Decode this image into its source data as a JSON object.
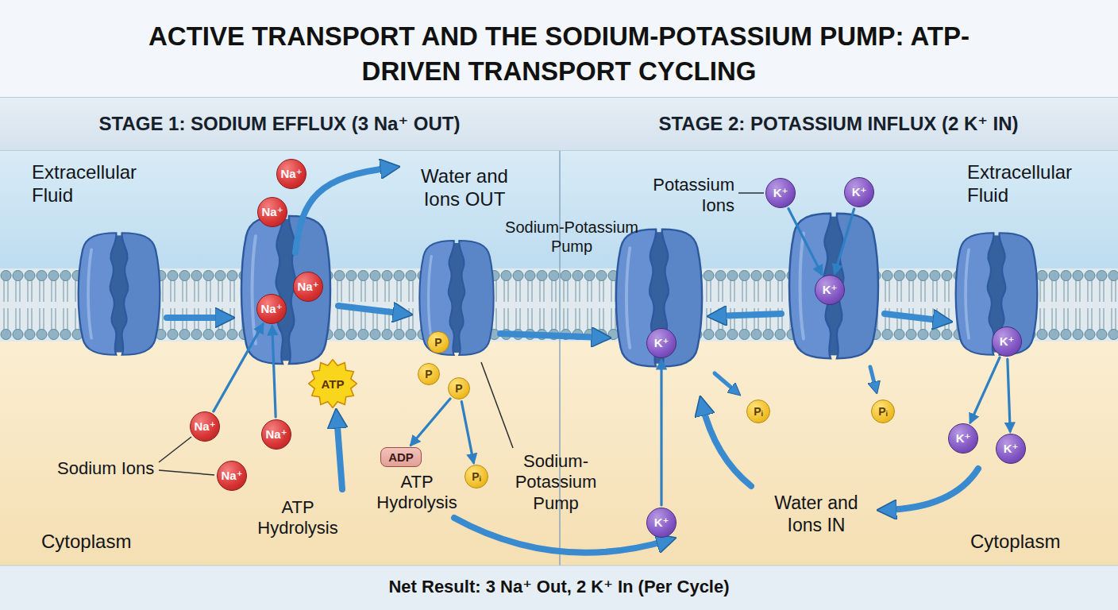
{
  "diagram": {
    "title": "ACTIVE TRANSPORT AND THE SODIUM-POTASSIUM PUMP: ATP-DRIVEN TRANSPORT CYCLING",
    "caption": "Net Result: 3 Na⁺ Out, 2 K⁺ In (Per Cycle)",
    "nodes": [
      {
        "text": [
          "STAGE 1: SODIUM EFFLUX (3 Na⁺ OUT)",
          "STAGE 2: POTASSIUM INFLUX (2 K⁺ IN)"
        ]
      },
      {
        "text": [
          "Na⁺"
        ]
      },
      {
        "text": [
          "K⁺"
        ]
      },
      {
        "text": [
          "K⁺"
        ]
      },
      {
        "text": [
          "Na⁺"
        ]
      },
      {
        "text": [
          "Na⁺"
        ]
      },
      {
        "text": [
          "K⁺"
        ]
      },
      {
        "text": [
          "Na⁺"
        ]
      },
      {
        "text": [
          "P"
        ]
      },
      {
        "text": [
          "K⁺"
        ]
      },
      {
        "text": [
          "K⁺"
        ]
      },
      {
        "text": [
          "P"
        ]
      },
      {
        "text": [
          "ATP"
        ]
      },
      {
        "text": [
          "P"
        ]
      },
      {
        "text": [
          "Pᵢ"
        ]
      },
      {
        "text": [
          "Pᵢ"
        ]
      },
      {
        "text": [
          "Na⁺"
        ]
      },
      {
        "text": [
          "Na⁺"
        ]
      },
      {
        "text": [
          "K⁺"
        ]
      },
      {
        "text": [
          "K⁺"
        ]
      },
      {
        "text": [
          "ADP"
        ]
      },
      {
        "text": [
          "Pᵢ"
        ]
      },
      {
        "text": [
          "Na⁺"
        ]
      },
      {
        "text": [
          "K⁺"
        ]
      }
    ],
    "edges": [
      {
        "from": 16,
        "to": 7,
        "arrow": "to"
      },
      {
        "from": 17,
        "to": 7,
        "arrow": "to"
      },
      {
        "from": 2,
        "to": 6,
        "arrow": "to"
      },
      {
        "from": 3,
        "to": 6,
        "arrow": "to"
      },
      {
        "from": 10,
        "to": 18,
        "arrow": "to"
      },
      {
        "from": 10,
        "to": 19,
        "arrow": "to"
      },
      {
        "from": 23,
        "to": 9,
        "arrow": "to"
      },
      {
        "from": 13,
        "to": 20,
        "arrow": "to"
      },
      {
        "from": 13,
        "to": 21,
        "arrow": "to"
      }
    ],
    "labels": [
      "Extracellular Fluid",
      "Water and Ions OUT",
      "Sodium-Potassium Pump",
      "Potassium Ions",
      "Extracellular Fluid",
      "Sodium Ions",
      "ATP Hydrolysis",
      "Sodium-Potassium Pump",
      "ATP Hydrolysis",
      "Water and Ions IN",
      "Cytoplasm",
      "Cytoplasm"
    ]
  }
}
